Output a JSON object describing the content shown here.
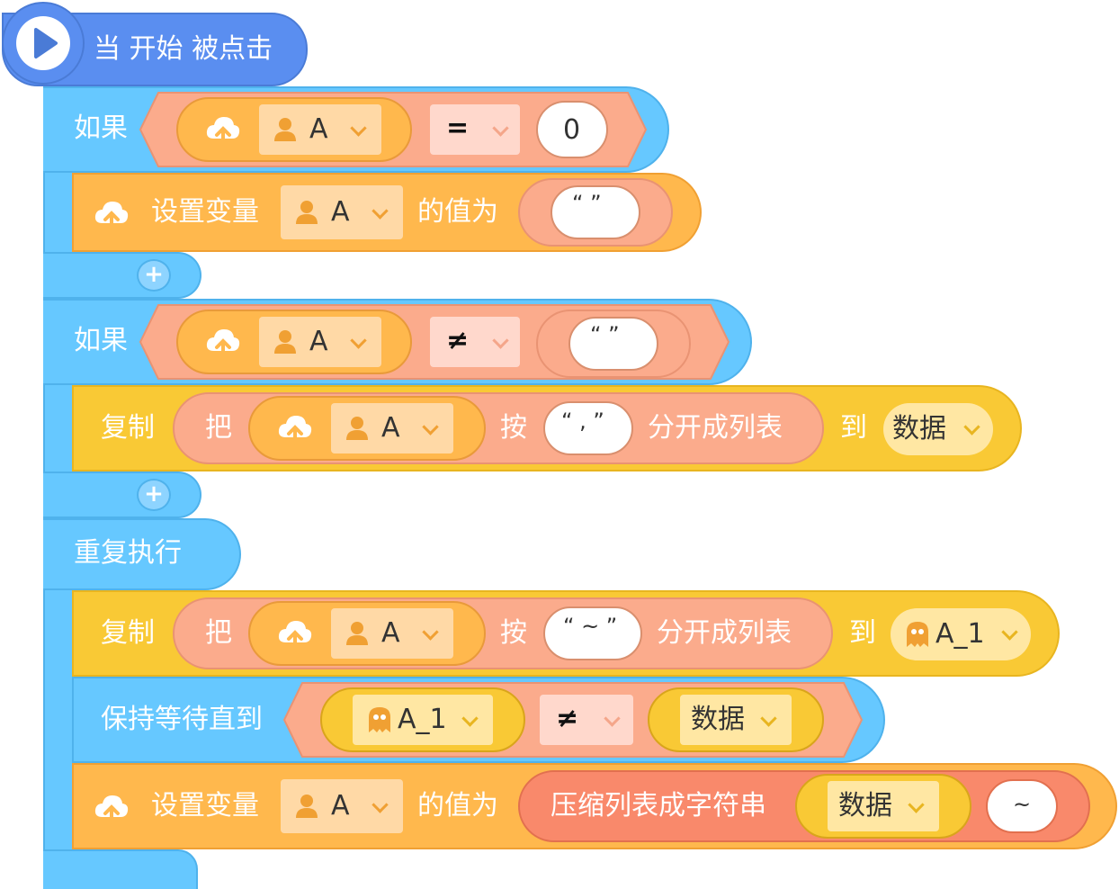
{
  "start": {
    "label": "当 开始 被点击"
  },
  "if1": {
    "label": "如果",
    "var": "A",
    "op": "=",
    "value": "0",
    "set_label": "设置变量",
    "set_var": "A",
    "set_to": "的值为",
    "set_value": "“  ”"
  },
  "if2": {
    "label": "如果",
    "var": "A",
    "op": "≠",
    "value": "“  ”",
    "copy": "复制",
    "ba": "把",
    "copy_var": "A",
    "an": "按",
    "sep": "“ , ”",
    "split": "分开成列表",
    "dao": "到",
    "target": "数据"
  },
  "loop": {
    "label": "重复执行",
    "copy": "复制",
    "ba": "把",
    "copy_var": "A",
    "an": "按",
    "sep": "“ ~ ”",
    "split": "分开成列表",
    "dao": "到",
    "target": "A_1",
    "wait_label": "保持等待直到",
    "wait_left": "A_1",
    "wait_op": "≠",
    "wait_right": "数据",
    "set_label": "设置变量",
    "set_var": "A",
    "set_to": "的值为",
    "join_label": "压缩列表成字符串",
    "join_list": "数据",
    "join_sep": "~"
  },
  "colors": {
    "event": "#5a8ef0",
    "control": "#66c8ff",
    "variable": "#ffb84d",
    "list": "#f9c935",
    "operator": "#fbab8c",
    "join": "#f9896b"
  },
  "icons": [
    "play-icon",
    "cloud-upload-icon",
    "user-icon",
    "ghost-icon",
    "chevron-down-icon",
    "plus-icon"
  ]
}
